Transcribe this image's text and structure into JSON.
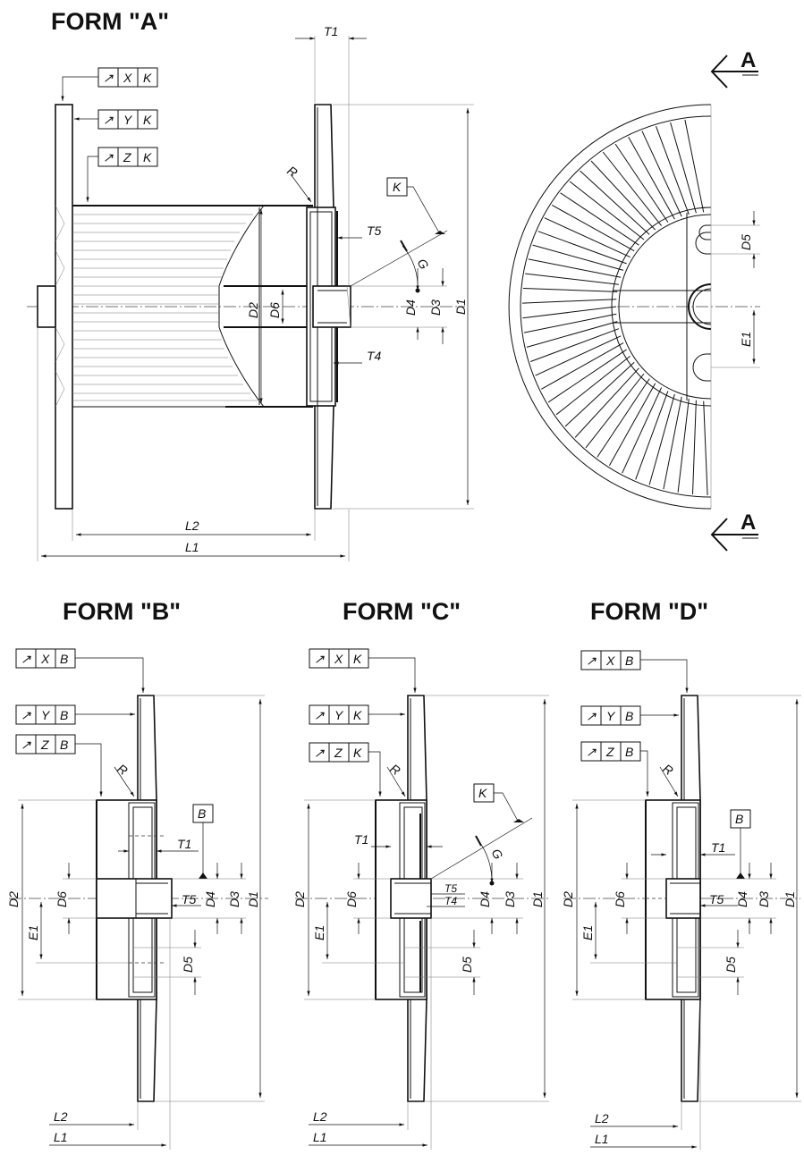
{
  "titles": {
    "form_a": "FORM  \"A\"",
    "form_b": "FORM  \"B\"",
    "form_c": "FORM  \"C\"",
    "form_d": "FORM  \"D\""
  },
  "section_mark": "A",
  "tolerance_symbol": "↗",
  "form_a": {
    "frame_x": [
      "X",
      "K"
    ],
    "frame_y": [
      "Y",
      "K"
    ],
    "frame_z": [
      "Z",
      "K"
    ],
    "datum": "K",
    "dims": {
      "t1": "T1",
      "t5": "T5",
      "t4": "T4",
      "r": "R",
      "g": "G",
      "d1": "D1",
      "d2": "D2",
      "d3": "D3",
      "d4": "D4",
      "d5": "D5",
      "d6": "D6",
      "e1": "E1",
      "l1": "L1",
      "l2": "L2"
    }
  },
  "form_b": {
    "frame_x": [
      "X",
      "B"
    ],
    "frame_y": [
      "Y",
      "B"
    ],
    "frame_z": [
      "Z",
      "B"
    ],
    "datum": "B",
    "dims": {
      "r": "R",
      "t1": "T1",
      "t5": "T5",
      "d1": "D1",
      "d2": "D2",
      "d3": "D3",
      "d4": "D4",
      "d5": "D5",
      "d6": "D6",
      "e1": "E1",
      "l1": "L1",
      "l2": "L2"
    }
  },
  "form_c": {
    "frame_x": [
      "X",
      "K"
    ],
    "frame_y": [
      "Y",
      "K"
    ],
    "frame_z": [
      "Z",
      "K"
    ],
    "datum": "K",
    "dims": {
      "r": "R",
      "g": "G",
      "t1": "T1",
      "t5": "T5",
      "t4": "T4",
      "d1": "D1",
      "d2": "D2",
      "d3": "D3",
      "d4": "D4",
      "d5": "D5",
      "d6": "D6",
      "e1": "E1",
      "l1": "L1",
      "l2": "L2"
    }
  },
  "form_d": {
    "frame_x": [
      "X",
      "B"
    ],
    "frame_y": [
      "Y",
      "B"
    ],
    "frame_z": [
      "Z",
      "B"
    ],
    "datum": "B",
    "dims": {
      "r": "R",
      "t1": "T1",
      "t5": "T5",
      "d1": "D1",
      "d2": "D2",
      "d3": "D3",
      "d4": "D4",
      "d5": "D5",
      "d6": "D6",
      "e1": "E1",
      "l1": "L1",
      "l2": "L2"
    }
  }
}
